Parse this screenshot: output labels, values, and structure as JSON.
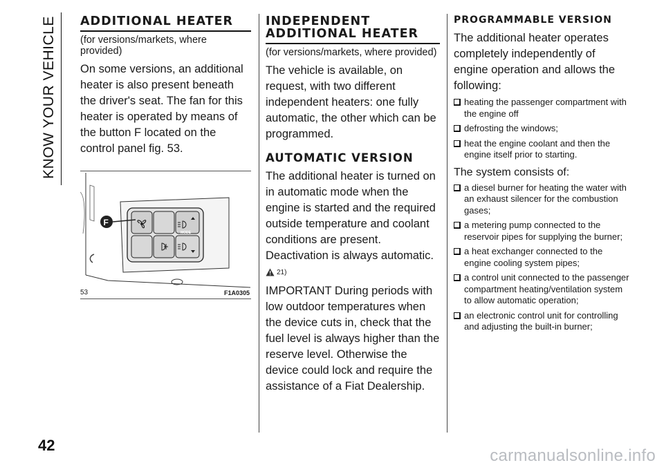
{
  "sidebar": {
    "section_title": "KNOW YOUR VEHICLE"
  },
  "page_number": "42",
  "watermark": "carmanualsonline.info",
  "col1": {
    "heading": "ADDITIONAL HEATER",
    "note": "(for versions/markets, where provided)",
    "body": "On some versions, an additional heater is also present beneath the driver's seat. The fan for this heater is operated by means of the button F located on the control panel fig. 53.",
    "figure": {
      "number": "53",
      "code": "F1A0305",
      "callout": "F",
      "mode_label": "MODE"
    }
  },
  "col2": {
    "heading": "INDEPENDENT ADDITIONAL HEATER",
    "note": "(for versions/markets, where provided)",
    "body": "The vehicle is available, on request, with two different independent heaters: one fully automatic, the other which can be programmed.",
    "auto_heading": "AUTOMATIC VERSION",
    "auto_body": "The additional heater is turned on in automatic mode when the engine is started and the required outside temperature and coolant conditions are present. Deactivation is always automatic.",
    "warning_ref": "21)",
    "important": "IMPORTANT During periods with low outdoor temperatures when the device cuts in, check that the fuel level is always higher than the reserve level. Otherwise the device could lock and require the assistance of a Fiat Dealership."
  },
  "col3": {
    "heading": "PROGRAMMABLE VERSION",
    "intro": "The additional heater operates completely independently of engine operation and allows the following:",
    "features": [
      "heating the passenger compartment with the engine off",
      "defrosting the windows;",
      "heat the engine coolant and then the engine itself prior to starting."
    ],
    "system_heading": "The system consists of:",
    "components": [
      "a diesel burner for heating the water with an exhaust silencer for the combustion gases;",
      "a metering pump connected to the reservoir pipes for supplying the burner;",
      "a heat exchanger connected to the engine cooling system pipes;",
      "a control unit connected to the passenger compartment heating/ventilation system to allow automatic operation;",
      "an electronic control unit for controlling and adjusting the built-in burner;"
    ]
  }
}
